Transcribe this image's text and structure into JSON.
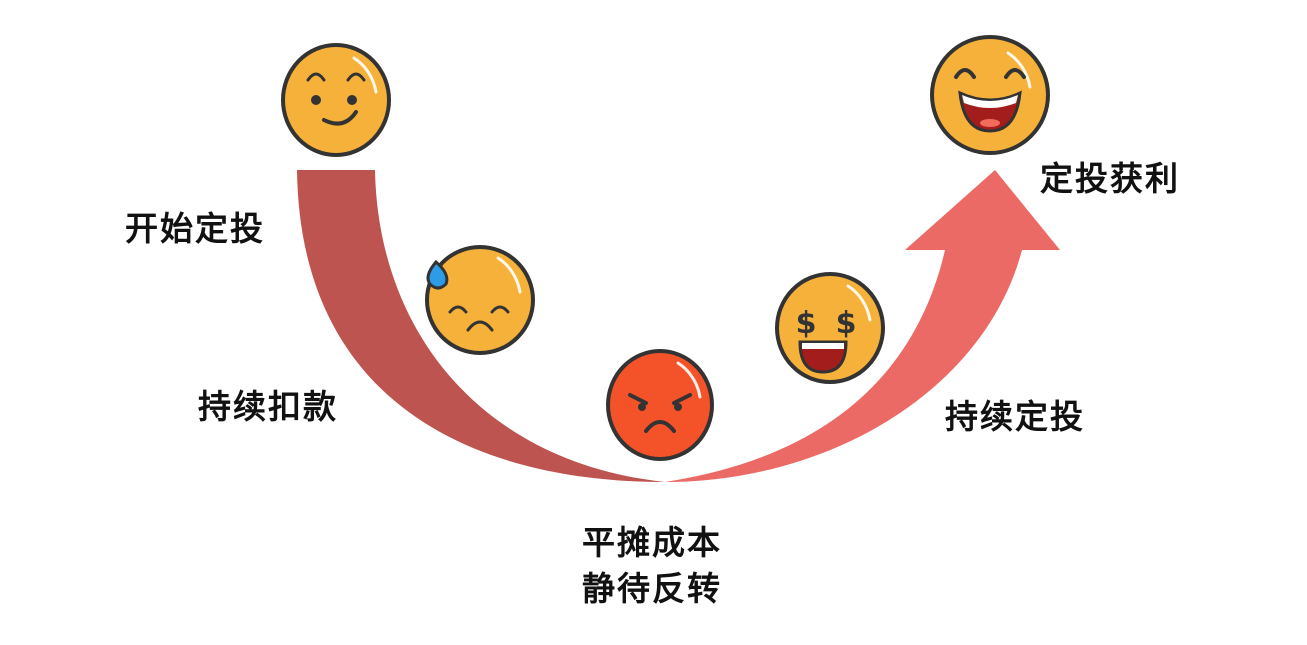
{
  "labels": {
    "start": "开始定投",
    "continue_debit": "持续扣款",
    "continue_invest": "持续定投",
    "profit": "定投获利",
    "bottom_line1": "平摊成本",
    "bottom_line2": "静待反转"
  },
  "colors": {
    "down_curve": "#BE5450",
    "up_arrow": "#EC6A66",
    "face_yellow": "#F5B13A",
    "face_red": "#F4532A",
    "outline": "#333333",
    "sweat": "#2E9BE6"
  },
  "faces": [
    "smirk-face",
    "sweat-sad-face",
    "angry-face",
    "money-eyes-face",
    "laughing-face"
  ]
}
